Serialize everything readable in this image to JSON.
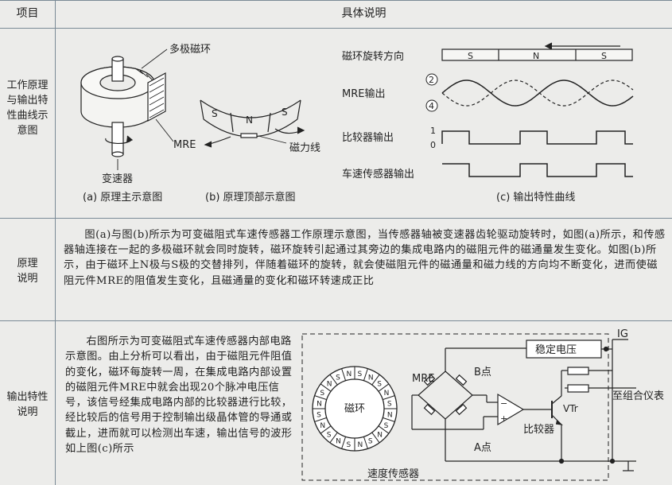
{
  "header": {
    "col1": "项目",
    "col2": "具体说明"
  },
  "row1": {
    "label": "工作原理与输出特性曲线示意图",
    "fig_a": {
      "multipole_ring": "多极磁环",
      "mre": "MRE",
      "transmission": "变速器",
      "caption": "(a) 原理主示意图"
    },
    "fig_b": {
      "pole_s1": "S",
      "pole_n": "N",
      "pole_s2": "S",
      "flux": "磁力线",
      "caption": "(b) 原理顶部示意图"
    },
    "fig_c": {
      "rotation_label": "磁环旋转方向",
      "rotation_poles": [
        "S",
        "N",
        "S"
      ],
      "mre_output": "MRE输出",
      "marker_2": "2",
      "marker_4": "4",
      "comparator_output": "比较器输出",
      "level_high": "1",
      "level_low": "0",
      "speed_sensor_output": "车速传感器输出",
      "caption": "(c) 输出特性曲线"
    }
  },
  "row2": {
    "label": "原理说明",
    "text": "图(a)与图(b)所示为可变磁阻式车速传感器工作原理示意图，当传感器轴被变速器齿轮驱动旋转时，如图(a)所示，和传感器轴连接在一起的多极磁环就会同时旋转，磁环旋转引起通过其旁边的集成电路内的磁阻元件的磁通量发生变化。如图(b)所示，由于磁环上N极与S极的交替排列，伴随着磁环的旋转，就会使磁阻元件的磁通量和磁力线的方向均不断变化，进而使磁阻元件MRE的阻值发生变化，且磁通量的变化和磁环转速成正比"
  },
  "row3": {
    "label": "输出特性说明",
    "text": "右图所示为可变磁阻式车速传感器内部电路示意图。由上分析可以看出，由于磁阻元件阻值的变化，磁环每旋转一周，在集成电路内部设置的磁阻元件MRE中就会出现20个脉冲电压信号，该信号经集成电路内部的比较器进行比较，经比较后的信号用于控制输出级晶体管的导通或截止，进而就可以检测出车速，输出信号的波形如上图(c)所示",
    "circuit": {
      "ring": "磁环",
      "mre": "MRE",
      "point_b": "B点",
      "point_a": "A点",
      "regulator": "稳定电压",
      "ig": "IG",
      "transistor": "VTr",
      "comparator": "比较器",
      "to_cluster": "至组合仪表",
      "sensor": "速度传感器"
    }
  }
}
